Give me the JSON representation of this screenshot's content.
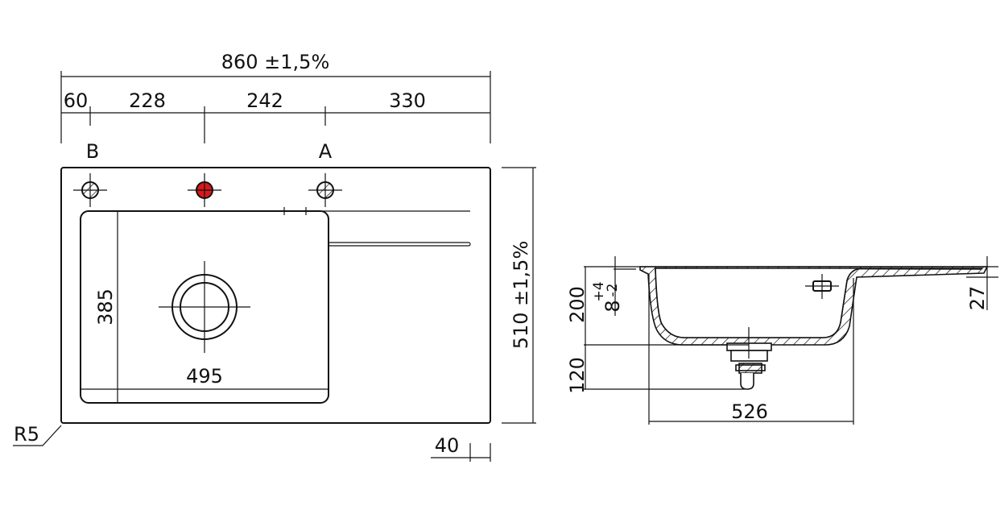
{
  "top_view": {
    "overall_width": "860 ±1,5%",
    "segments": [
      "60",
      "228",
      "242",
      "330"
    ],
    "hole_labels": {
      "b": "B",
      "a": "A"
    },
    "bowl_depth": "385",
    "bowl_width": "495",
    "overall_depth": "510 ±1,5%",
    "corner_radius": "R5",
    "edge_offset": "40"
  },
  "section_view": {
    "bowl_height": "200",
    "rim_thickness": "8",
    "tol_plus": "+4",
    "tol_minus": "-2",
    "drain_height": "120",
    "bowl_outer_width": "526",
    "drainer_height": "27"
  },
  "colors": {
    "highlight_hole": "#d81818",
    "line": "#111111"
  }
}
